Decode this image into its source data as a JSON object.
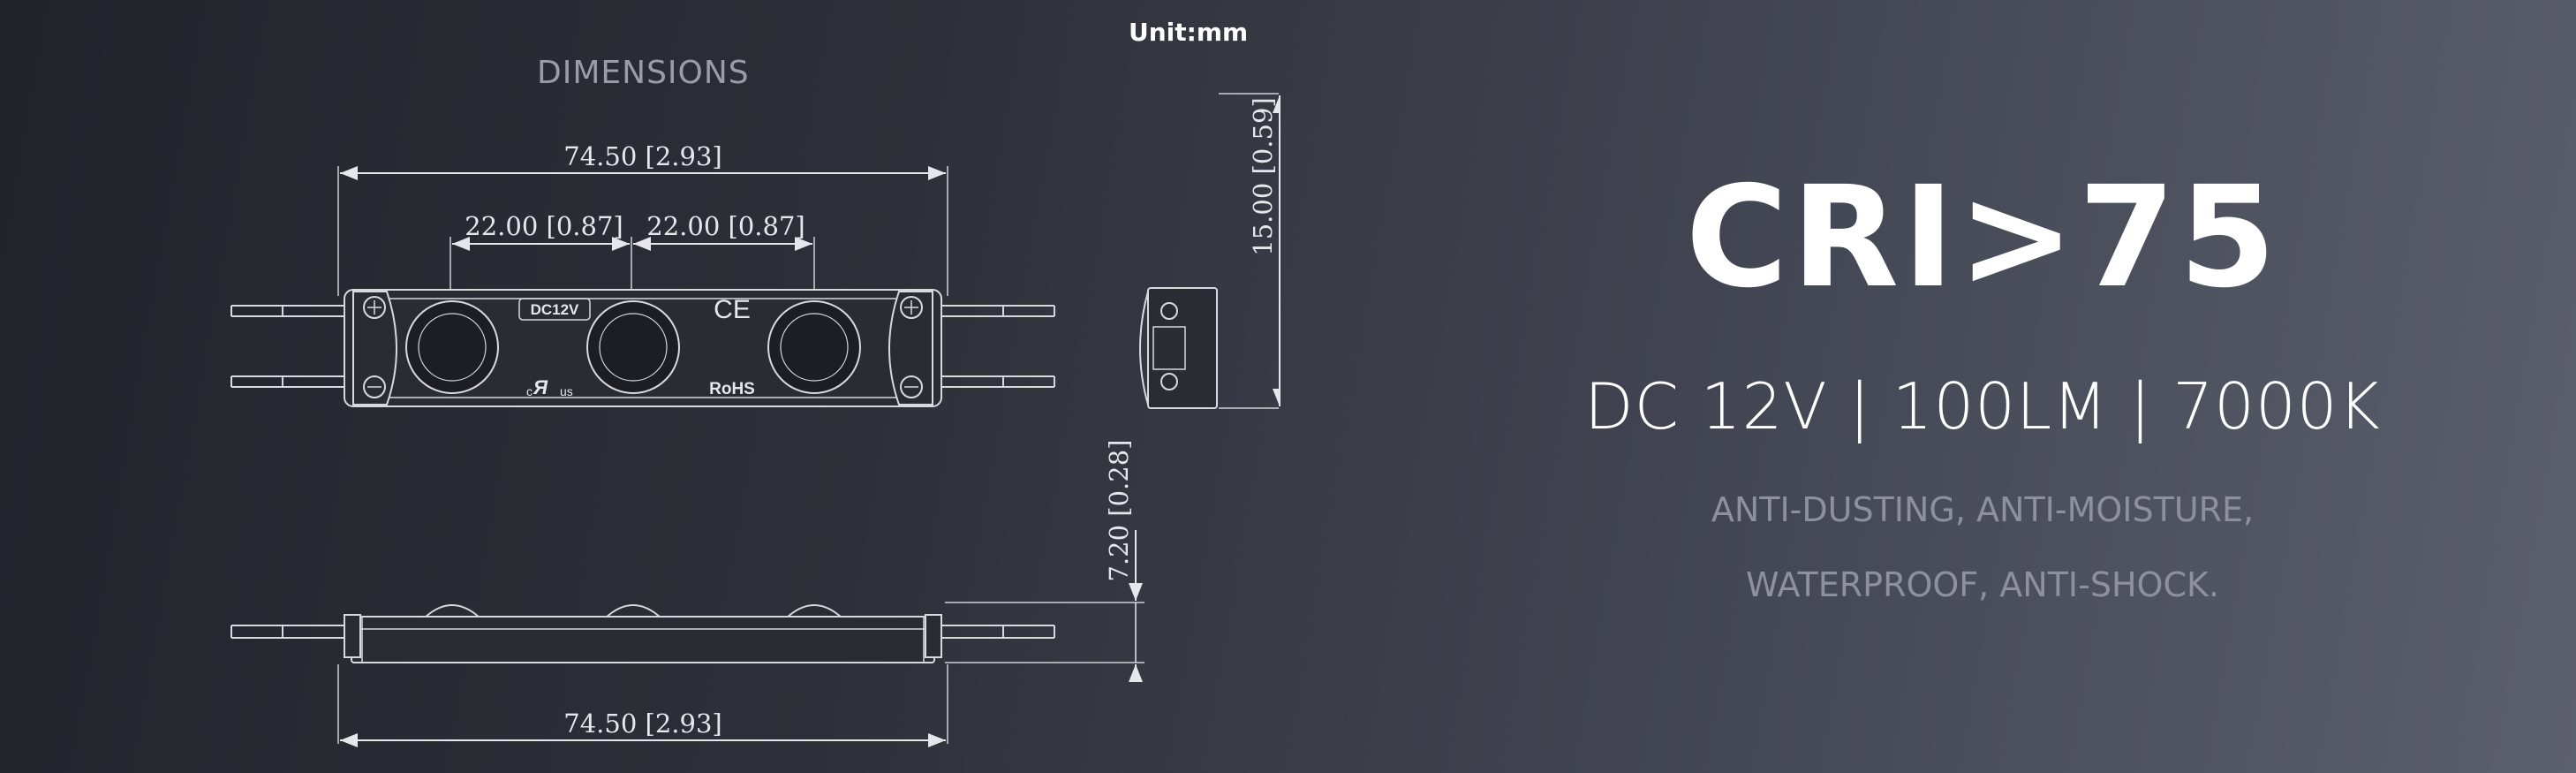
{
  "unit_label": "Unit:mm",
  "dimensions_title": "DIMENSIONS",
  "drawing": {
    "top_view": {
      "overall_length": "74.50 [2.93]",
      "pitch_1": "22.00 [0.87]",
      "pitch_2": "22.00 [0.87]",
      "voltage_marking": "DC12V",
      "ce_marking": "CE",
      "ul_marking_c": "c",
      "ul_marking_us": "us",
      "rohs_marking": "RoHS"
    },
    "side_view": {
      "width": "15.00 [0.59]"
    },
    "front_view": {
      "height": "7.20 [0.28]",
      "overall_length": "74.50 [2.93]"
    }
  },
  "headline": "CRI>75",
  "specs": "DC 12V | 100LM | 7000K",
  "features_line1": "ANTI-DUSTING, ANTI-MOISTURE,",
  "features_line2": "WATERPROOF, ANTI-SHOCK."
}
